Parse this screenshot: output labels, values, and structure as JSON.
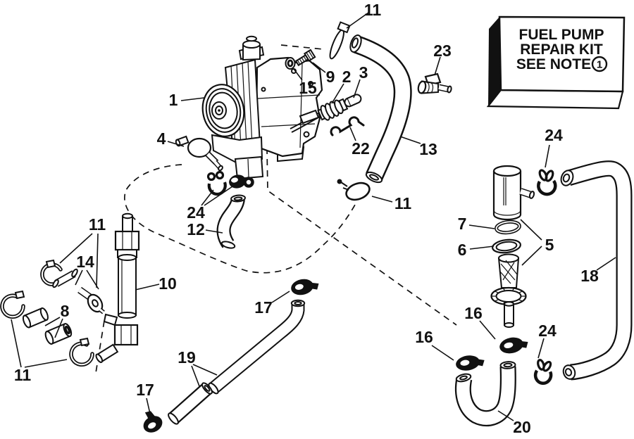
{
  "colors": {
    "ink": "#111111",
    "paper": "#ffffff"
  },
  "note_box": {
    "line1": "FUEL PUMP",
    "line2": "REPAIR KIT",
    "line3": "SEE NOTE",
    "note_number": "1"
  },
  "callouts": [
    {
      "part": "11"
    },
    {
      "part": "23"
    },
    {
      "part": "9"
    },
    {
      "part": "15"
    },
    {
      "part": "2"
    },
    {
      "part": "3"
    },
    {
      "part": "1"
    },
    {
      "part": "22"
    },
    {
      "part": "13"
    },
    {
      "part": "4"
    },
    {
      "part": "24"
    },
    {
      "part": "12"
    },
    {
      "part": "11"
    },
    {
      "part": "11"
    },
    {
      "part": "14"
    },
    {
      "part": "10"
    },
    {
      "part": "8"
    },
    {
      "part": "11"
    },
    {
      "part": "17"
    },
    {
      "part": "19"
    },
    {
      "part": "17"
    },
    {
      "part": "16"
    },
    {
      "part": "16"
    },
    {
      "part": "24"
    },
    {
      "part": "20"
    },
    {
      "part": "18"
    },
    {
      "part": "5"
    },
    {
      "part": "6"
    },
    {
      "part": "7"
    },
    {
      "part": "24"
    }
  ]
}
